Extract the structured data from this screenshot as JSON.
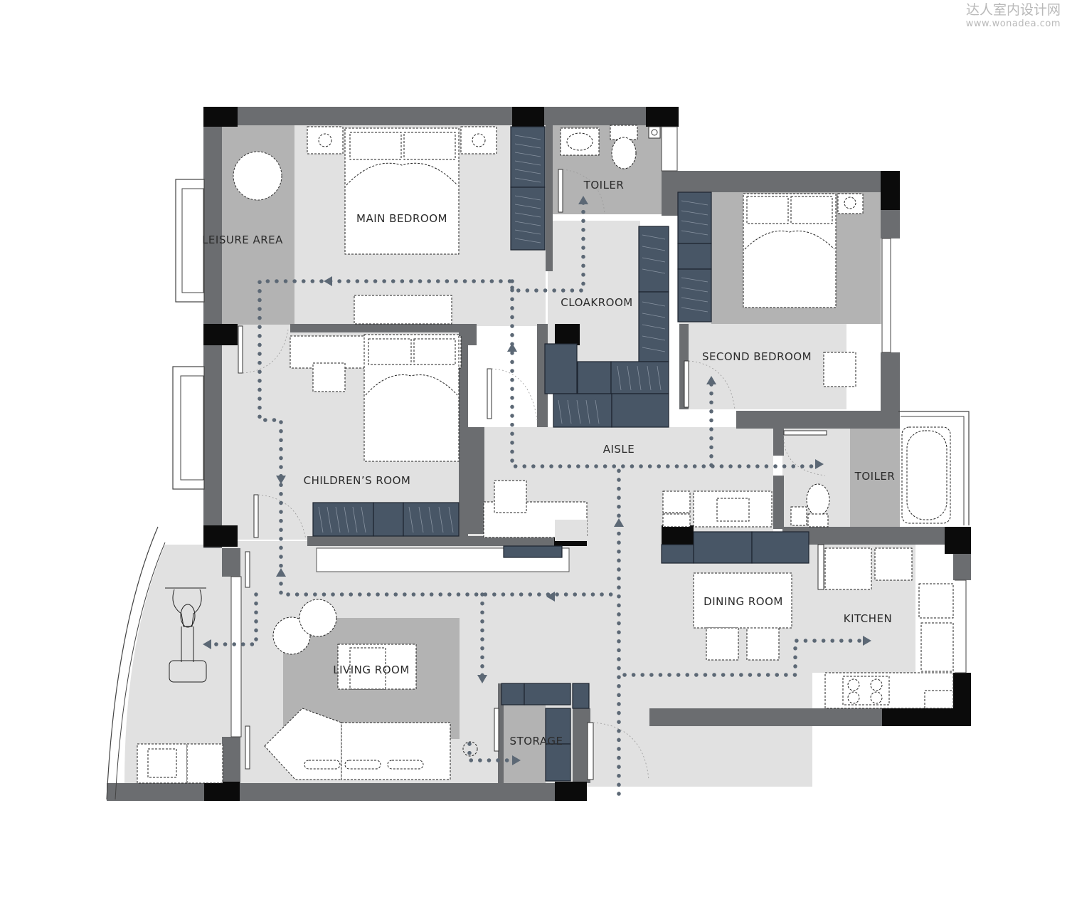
{
  "watermark": {
    "brand": "达人室内设计网",
    "url": "www.wonadea.com"
  },
  "rooms": {
    "leisure_area": "LEISURE AREA",
    "main_bedroom": "MAIN BEDROOM",
    "toiler_top": "TOILER",
    "cloakroom": "CLOAKROOM",
    "second_bedroom": "SECOND BEDROOM",
    "childrens_room": "CHILDREN’S ROOM",
    "aisle": "AISLE",
    "toiler_right": "TOILER",
    "dining_room": "DINING ROOM",
    "kitchen": "KITCHEN",
    "living_room": "LIVING ROOM",
    "storage": "STORAGE"
  },
  "colors": {
    "wall": "#6b6d70",
    "column": "#0b0b0b",
    "floor_light": "#e1e1e1",
    "floor_mid": "#b3b3b3",
    "cabinet": "#485666",
    "flow_path": "#5c6875"
  }
}
